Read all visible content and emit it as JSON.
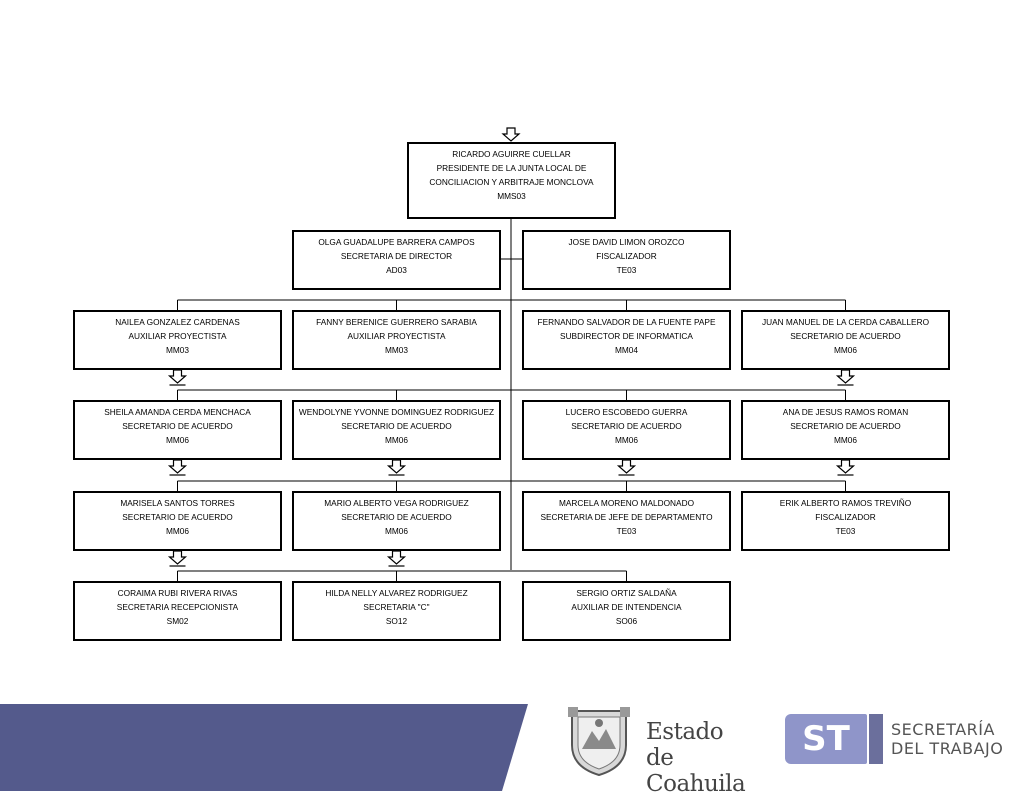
{
  "org": {
    "head": [
      "RICARDO AGUIRRE CUELLAR",
      "PRESIDENTE DE LA JUNTA LOCAL DE",
      "CONCILIACION Y ARBITRAJE MONCLOVA",
      "MMS03"
    ],
    "row1": [
      [
        "OLGA GUADALUPE BARRERA CAMPOS",
        "SECRETARIA DE DIRECTOR",
        "AD03"
      ],
      [
        "JOSE DAVID LIMON OROZCO",
        "FISCALIZADOR",
        "TE03"
      ]
    ],
    "row2": [
      [
        "NAILEA GONZALEZ CARDENAS",
        "AUXILIAR PROYECTISTA",
        "MM03"
      ],
      [
        "FANNY BERENICE GUERRERO SARABIA",
        "AUXILIAR PROYECTISTA",
        "MM03"
      ],
      [
        "FERNANDO SALVADOR DE LA FUENTE PAPE",
        "SUBDIRECTOR DE INFORMATICA",
        "MM04"
      ],
      [
        "JUAN MANUEL DE LA CERDA CABALLERO",
        "SECRETARIO DE ACUERDO",
        "MM06"
      ]
    ],
    "row3": [
      [
        "SHEILA AMANDA CERDA MENCHACA",
        "SECRETARIO DE ACUERDO",
        "MM06"
      ],
      [
        "WENDOLYNE YVONNE DOMINGUEZ RODRIGUEZ",
        "SECRETARIO DE ACUERDO",
        "MM06"
      ],
      [
        "LUCERO ESCOBEDO GUERRA",
        "SECRETARIO DE ACUERDO",
        "MM06"
      ],
      [
        "ANA DE JESUS RAMOS ROMAN",
        "SECRETARIO DE ACUERDO",
        "MM06"
      ]
    ],
    "row4": [
      [
        "MARISELA SANTOS TORRES",
        "SECRETARIO DE ACUERDO",
        "MM06"
      ],
      [
        "MARIO ALBERTO VEGA RODRIGUEZ",
        "SECRETARIO DE ACUERDO",
        "MM06"
      ],
      [
        "MARCELA MORENO MALDONADO",
        "SECRETARIA DE JEFE DE DEPARTAMENTO",
        "TE03"
      ],
      [
        "ERIK ALBERTO RAMOS TREVIÑO",
        "FISCALIZADOR",
        "TE03"
      ]
    ],
    "row5": [
      [
        "CORAIMA RUBI RIVERA RIVAS",
        "SECRETARIA RECEPCIONISTA",
        "SM02"
      ],
      [
        "HILDA NELLY ALVAREZ RODRIGUEZ",
        "SECRETARIA \"C\"",
        "SO12"
      ],
      [
        "SERGIO ORTIZ SALDAÑA",
        "AUXILIAR DE INTENDENCIA",
        "SO06"
      ]
    ]
  },
  "footer": {
    "estado_line1": "Estado",
    "estado_line2": "de Coahuila",
    "st_mark": "ST",
    "st_line1": "SECRETARÍA",
    "st_line2": "DEL TRABAJO"
  },
  "colors": {
    "band": "#545a8c",
    "st_mark": "#8f95c9"
  }
}
